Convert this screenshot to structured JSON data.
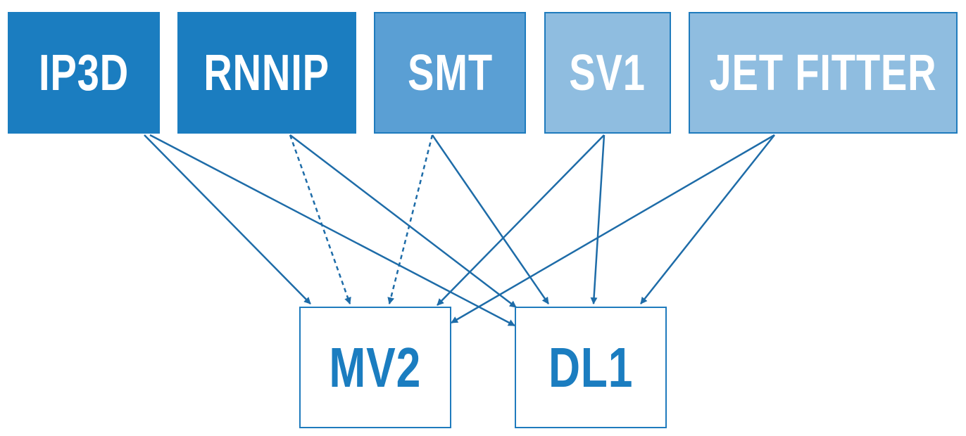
{
  "diagram": {
    "inputs": [
      {
        "id": "ip3d",
        "label": "IP3D",
        "shade": "dark"
      },
      {
        "id": "rnnip",
        "label": "RNNIP",
        "shade": "dark"
      },
      {
        "id": "smt",
        "label": "SMT",
        "shade": "mid"
      },
      {
        "id": "sv1",
        "label": "SV1",
        "shade": "light"
      },
      {
        "id": "jetfitter",
        "label": "JET FITTER",
        "shade": "light"
      }
    ],
    "outputs": [
      {
        "id": "mv2",
        "label": "MV2"
      },
      {
        "id": "dl1",
        "label": "DL1"
      }
    ],
    "edges": [
      {
        "from": "ip3d",
        "to": "mv2",
        "style": "solid"
      },
      {
        "from": "ip3d",
        "to": "dl1",
        "style": "solid"
      },
      {
        "from": "rnnip",
        "to": "mv2",
        "style": "dashed"
      },
      {
        "from": "rnnip",
        "to": "dl1",
        "style": "solid"
      },
      {
        "from": "smt",
        "to": "mv2",
        "style": "dashed"
      },
      {
        "from": "smt",
        "to": "dl1",
        "style": "solid"
      },
      {
        "from": "sv1",
        "to": "mv2",
        "style": "solid"
      },
      {
        "from": "sv1",
        "to": "dl1",
        "style": "solid"
      },
      {
        "from": "jetfitter",
        "to": "mv2",
        "style": "solid"
      },
      {
        "from": "jetfitter",
        "to": "dl1",
        "style": "solid"
      }
    ],
    "colors": {
      "dark": "#1b7dc0",
      "mid": "#5a9fd4",
      "light": "#8fbde0",
      "arrow": "#1e6ca8"
    }
  }
}
